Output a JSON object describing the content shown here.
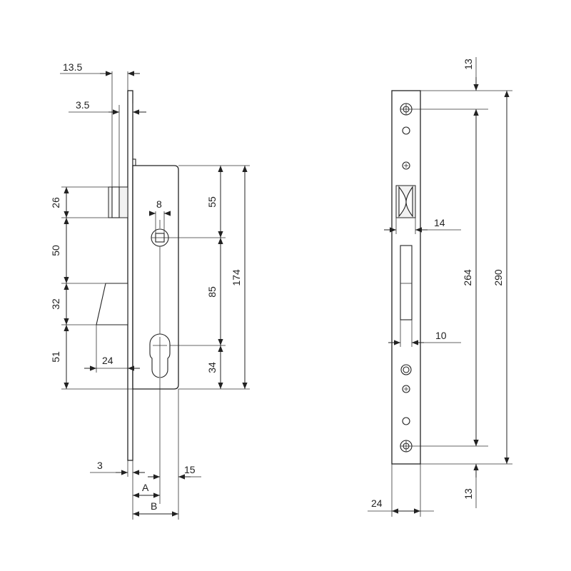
{
  "diagram": {
    "left_view": {
      "dims": {
        "d13_5": "13.5",
        "d3_5": "3.5",
        "d26": "26",
        "d50": "50",
        "d32": "32",
        "d51": "51",
        "d24": "24",
        "d8": "8",
        "d55": "55",
        "d85": "85",
        "d34": "34",
        "d174": "174",
        "d3": "3",
        "d15": "15",
        "dA": "A",
        "dB": "B"
      }
    },
    "right_view": {
      "dims": {
        "d13_top": "13",
        "d14": "14",
        "d264": "264",
        "d290": "290",
        "d10": "10",
        "d13_bottom": "13",
        "d24": "24"
      }
    }
  }
}
